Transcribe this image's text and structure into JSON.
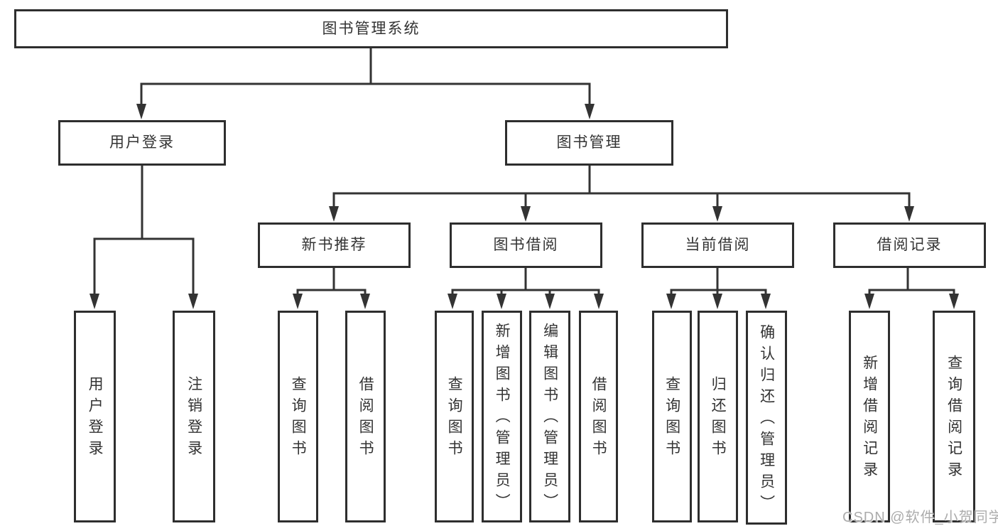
{
  "root": {
    "label": "图书管理系统"
  },
  "branches": [
    {
      "label": "用户登录",
      "children": [
        {
          "label": "用户登录"
        },
        {
          "label": "注销登录"
        }
      ]
    },
    {
      "label": "图书管理",
      "children": [
        {
          "label": "新书推荐",
          "children": [
            {
              "label": "查询图书"
            },
            {
              "label": "借阅图书"
            }
          ]
        },
        {
          "label": "图书借阅",
          "children": [
            {
              "label": "查询图书"
            },
            {
              "label": "新增图书（管理员）"
            },
            {
              "label": "编辑图书（管理员）"
            },
            {
              "label": "借阅图书"
            }
          ]
        },
        {
          "label": "当前借阅",
          "children": [
            {
              "label": "查询图书"
            },
            {
              "label": "归还图书"
            },
            {
              "label": "确认归还（管理员）"
            }
          ]
        },
        {
          "label": "借阅记录",
          "children": [
            {
              "label": "新增借阅记录"
            },
            {
              "label": "查询借阅记录"
            }
          ]
        }
      ]
    }
  ],
  "watermark": {
    "text": "CSDN @软件_小贺同学"
  },
  "colors": {
    "line": "#333333",
    "box_border": "#2e2e2e",
    "text": "#333333",
    "watermark": "#a8a8a8",
    "background": "#ffffff"
  }
}
